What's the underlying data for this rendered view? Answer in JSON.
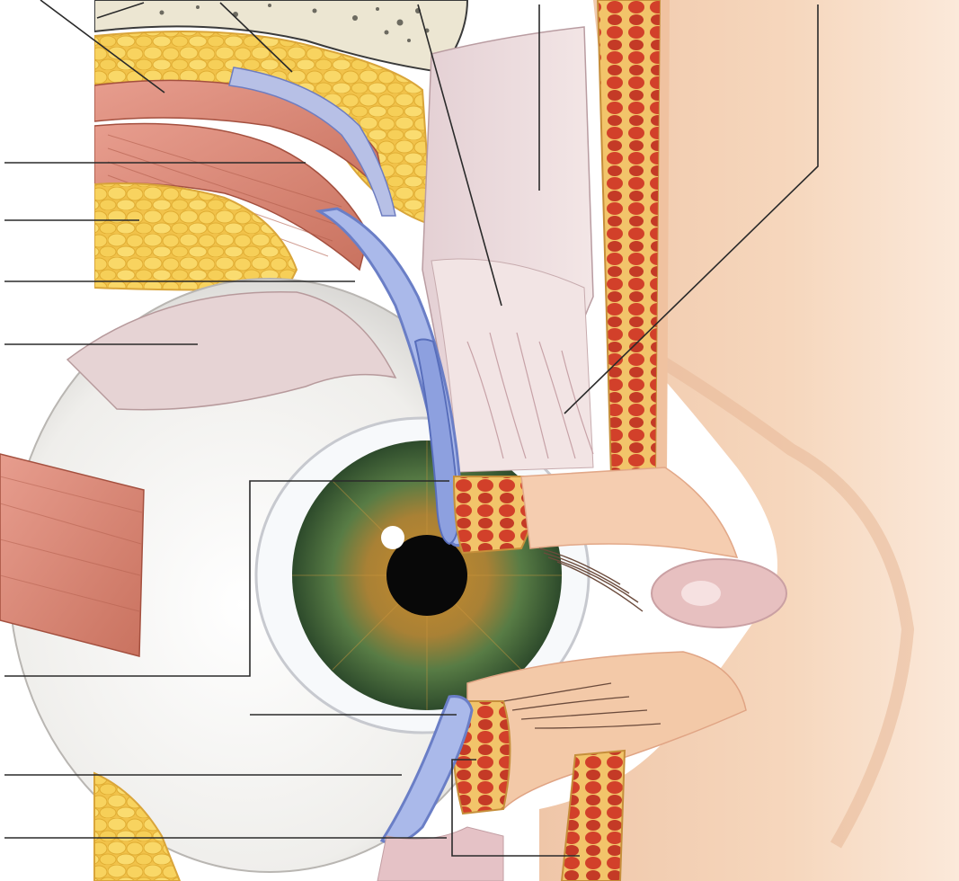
{
  "figure": {
    "type": "anatomical-illustration",
    "subject": "sagittal-section-eye-and-eyelids",
    "leader_lines_count": 15,
    "text_labels_visible": false
  },
  "colors": {
    "background": "#ffffff",
    "skin": "#f4cdb0",
    "skin_shadow": "#e9b594",
    "fat": "#f7cf57",
    "fat_outline": "#e5b23a",
    "muscle": "#d9877a",
    "muscle_light": "#efb1a4",
    "orbicularis_red": "#c9422c",
    "tarsal_plate": "#a9b9e8",
    "tarsal_outline": "#6d7fc4",
    "sclera": "#f3f2f0",
    "iris_outer": "#4f6f3f",
    "iris_inner": "#b9892e",
    "pupil": "#0a0a0a",
    "bone": "#ede8d8",
    "conjunctiva": "#e7c6c9",
    "leader_line": "#2a2a2a"
  }
}
